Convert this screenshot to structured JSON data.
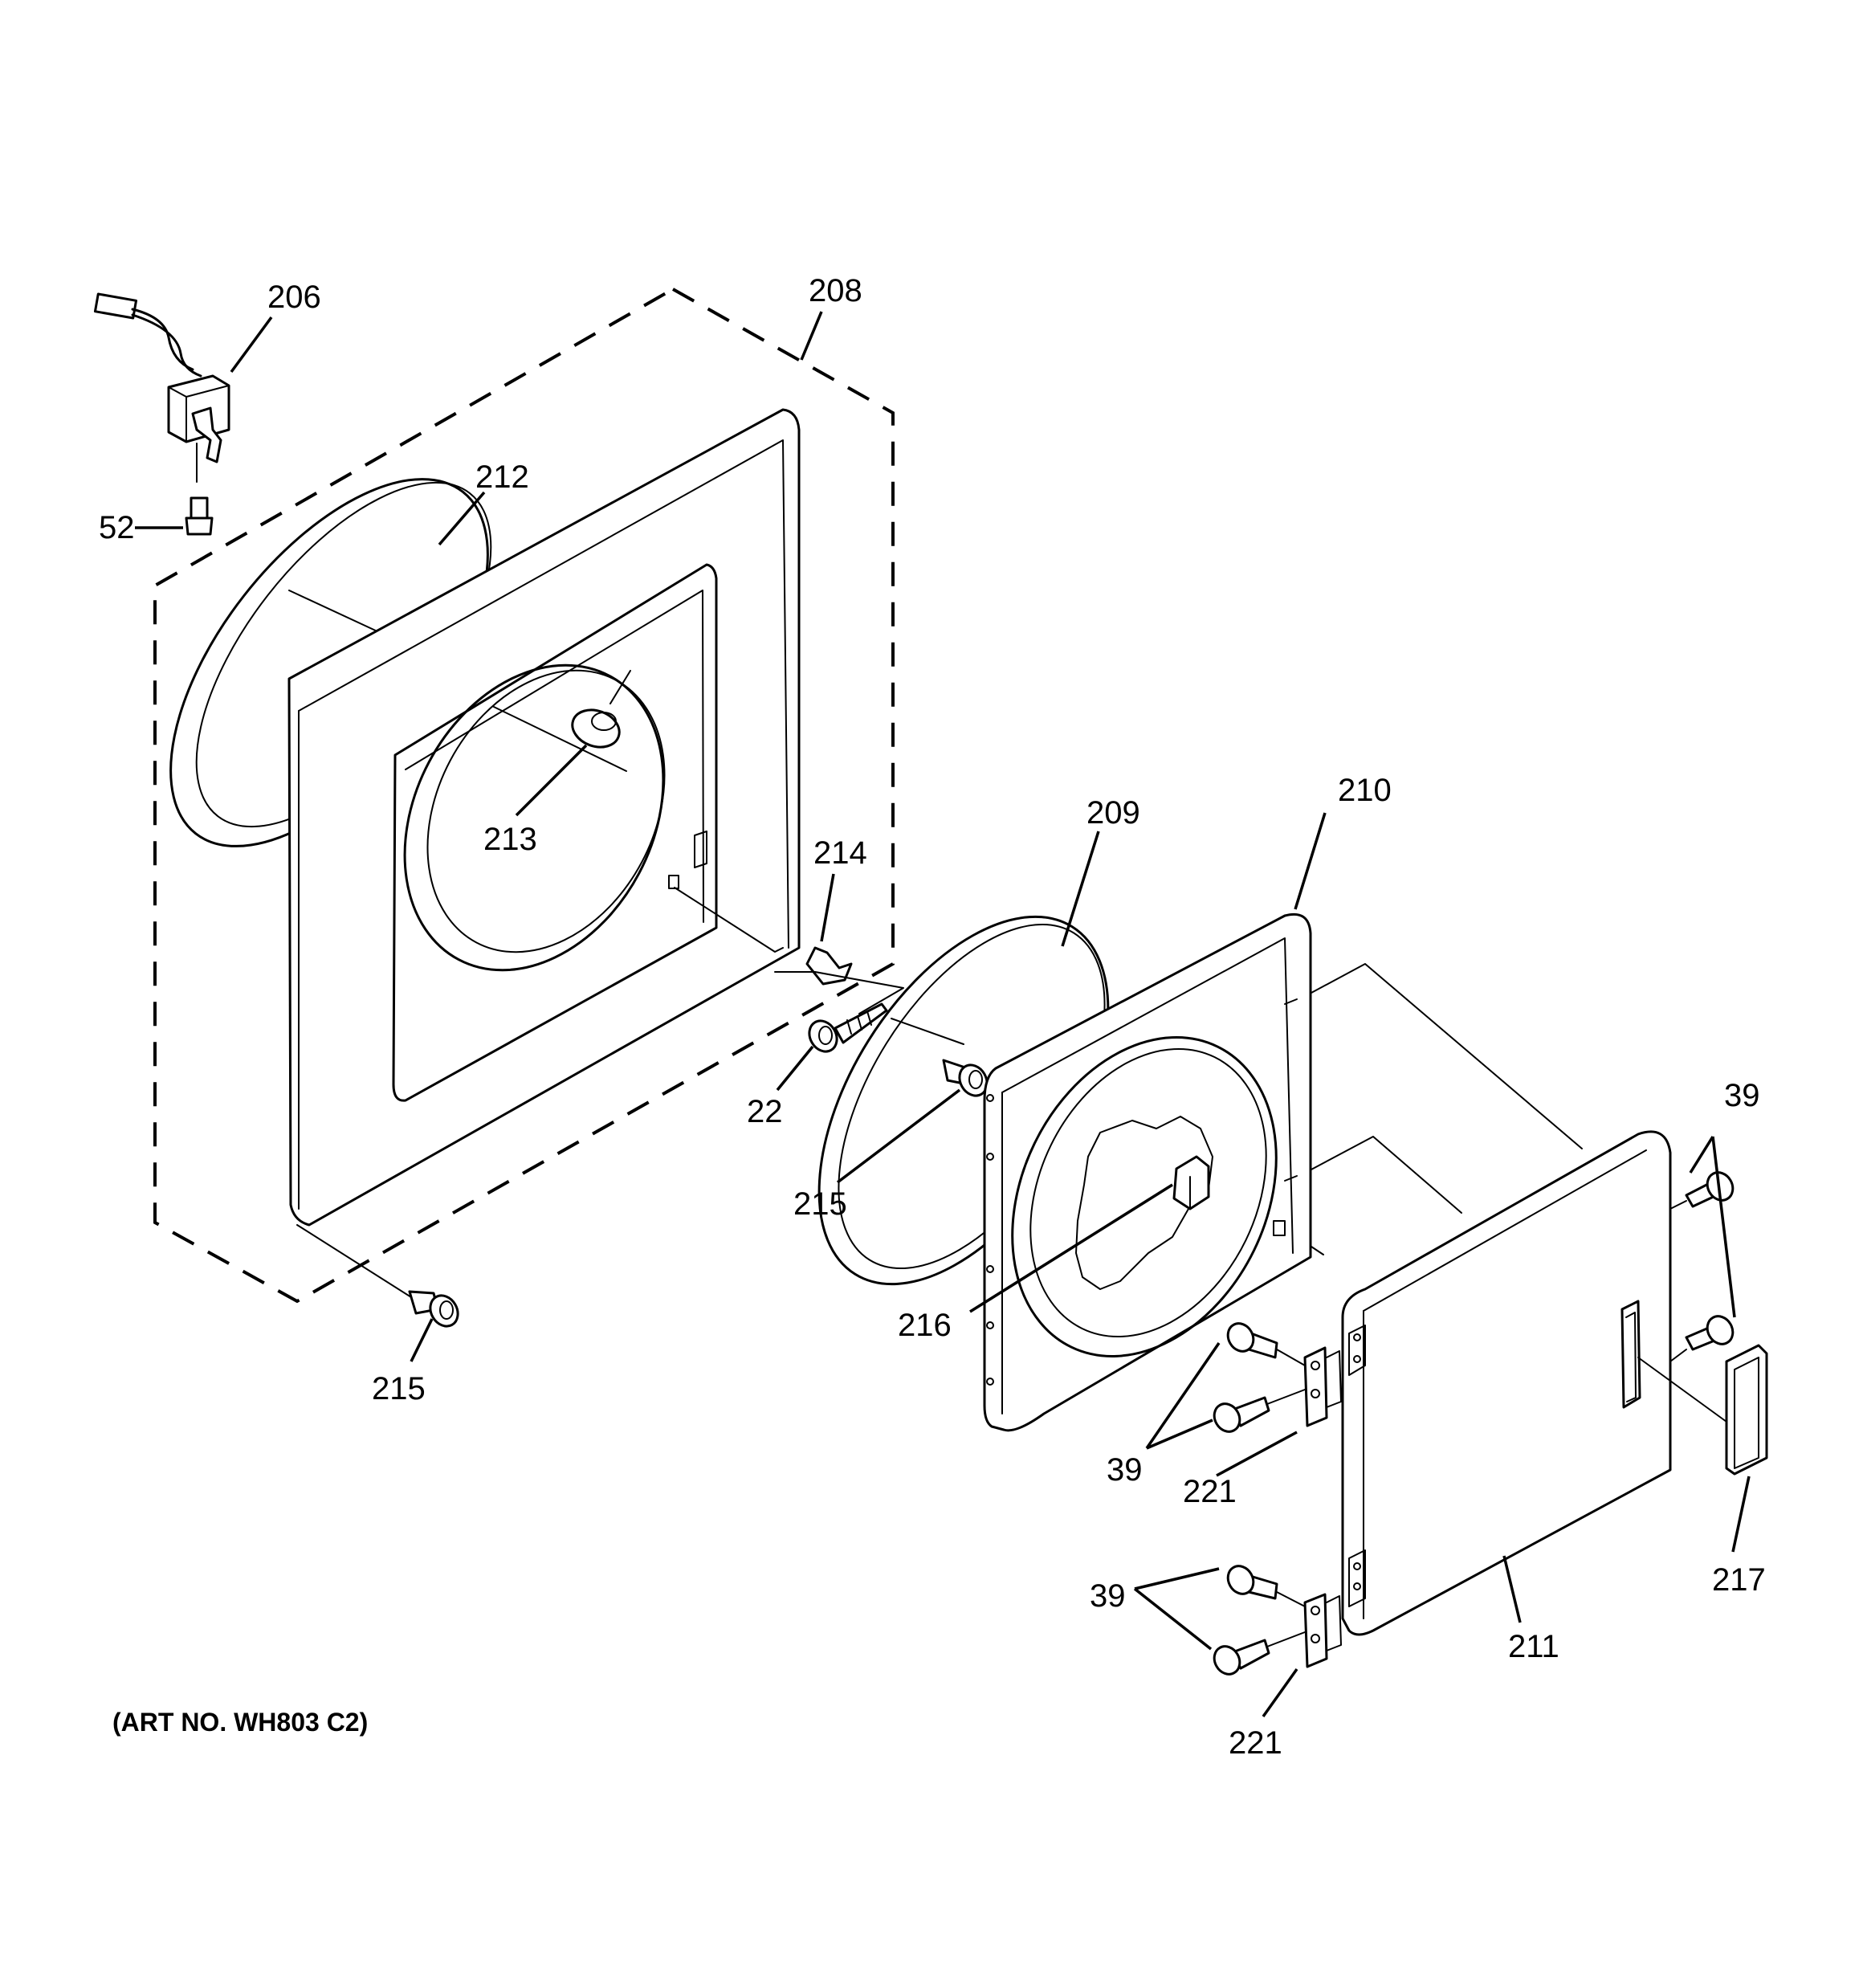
{
  "art_number": "(ART NO. WH803 C2)",
  "callouts": {
    "c206": "206",
    "c208": "208",
    "c212": "212",
    "c52": "52",
    "c213": "213",
    "c214": "214",
    "c209": "209",
    "c210": "210",
    "c22": "22",
    "c215a": "215",
    "c215b": "215",
    "c216": "216",
    "c39a": "39",
    "c39b": "39",
    "c39c": "39",
    "c221a": "221",
    "c221b": "221",
    "c211": "211",
    "c217": "217"
  }
}
